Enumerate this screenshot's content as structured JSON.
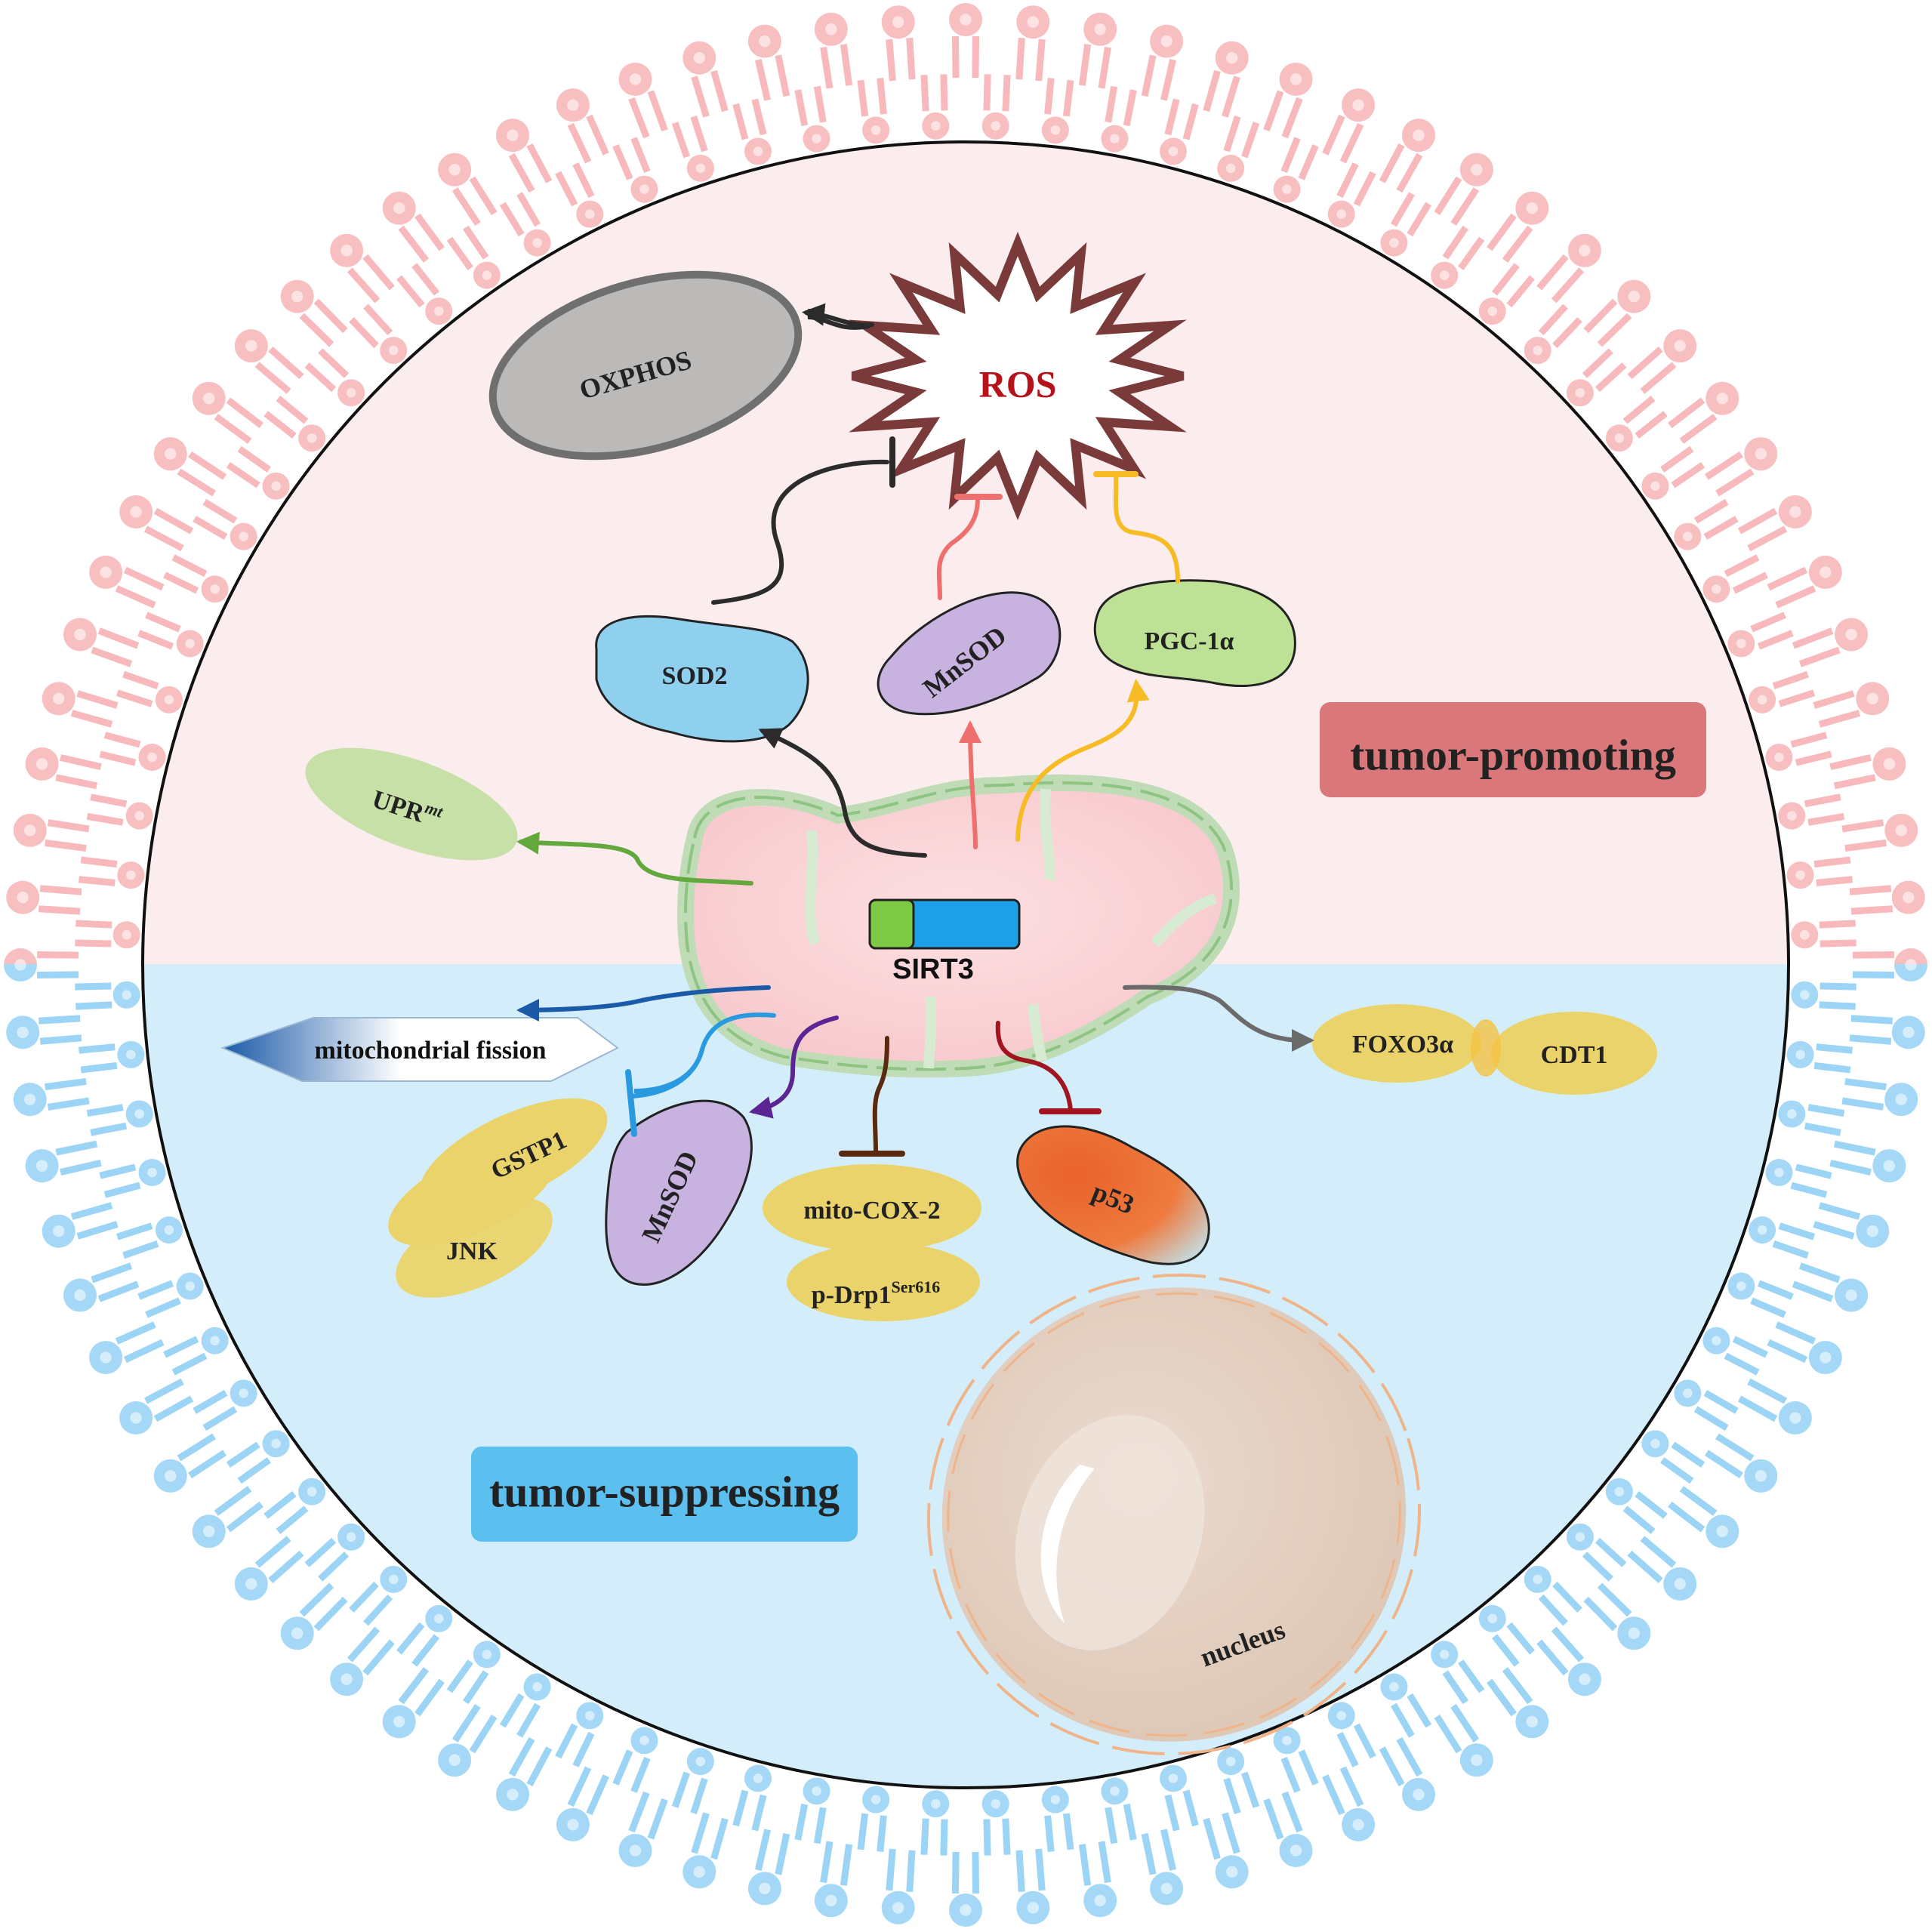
{
  "labels": {
    "ros": "ROS",
    "oxphos": "OXPHOS",
    "sod2": "SOD2",
    "mnsod_top": "MnSOD",
    "pgc1a": "PGC-1α",
    "upr": "UPR",
    "upr_sup": "mt",
    "sirt3": "SIRT3",
    "tumor_promoting": "tumor-promoting",
    "tumor_suppressing": "tumor-suppressing",
    "mito_fission": "mitochondrial fission",
    "gstp1": "GSTP1",
    "jnk": "JNK",
    "mnsod_bottom": "MnSOD",
    "mito_cox2": "mito-COX-2",
    "pdrp1": "p-Drp1",
    "pdrp1_sup": "Ser616",
    "p53": "p53",
    "foxo3a": "FOXO3α",
    "cdt1": "CDT1",
    "nucleus": "nucleus"
  },
  "colors": {
    "membrane_top": "#f28b8e",
    "membrane_bottom": "#5ab8ee",
    "cytoplasm_top": "#fbeced",
    "cytoplasm_bottom": "#d3eefa",
    "promoting_box": "#d9777b",
    "suppressing_box": "#5bbfef",
    "ros_star": "#7a3a3a",
    "ros_text": "#b5121b",
    "sod2": "#8fd0ee",
    "mnsod": "#c7b2e0",
    "pgc1a": "#bde296",
    "upr": "#c7e0a8",
    "yellow_protein": "#ead36a",
    "p53": "#e86a2e",
    "nucleus": "#e0cbbb",
    "sirt3_green": "#7dc946",
    "sirt3_blue": "#1ea0e8",
    "arrow_black": "#2b2b2b",
    "arrow_red": "#ef6f6f",
    "arrow_yellow": "#f6bb25",
    "arrow_green": "#62a83d",
    "arrow_darkblue": "#1b5aa8",
    "arrow_lightblue": "#2a9ae0",
    "arrow_purple": "#5b2593",
    "arrow_brown": "#5a2a10",
    "arrow_darkred": "#a0151f",
    "arrow_gray": "#6b6b6b"
  }
}
